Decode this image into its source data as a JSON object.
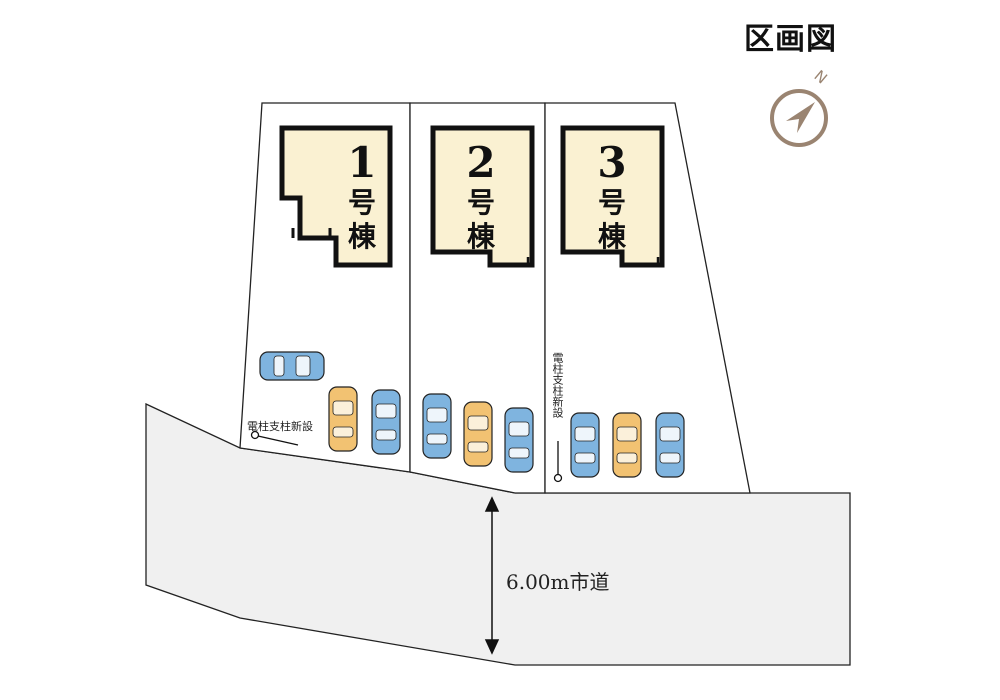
{
  "title": "区画図",
  "buildings": [
    {
      "number": "1",
      "kanji1": "号",
      "kanji2": "棟"
    },
    {
      "number": "2",
      "kanji1": "号",
      "kanji2": "棟"
    },
    {
      "number": "3",
      "kanji1": "号",
      "kanji2": "棟"
    }
  ],
  "road": {
    "label": "6.00m市道"
  },
  "pole_note": "電柱支柱新設",
  "north": {
    "letter": "N"
  },
  "colors": {
    "building_fill": "#faf1d2",
    "road_fill": "#f0f0f0",
    "car_blue": "#7fb4df",
    "car_orange": "#f2c272",
    "compass": "#9a8471"
  },
  "cars": [
    {
      "lot": 1,
      "color": "blue",
      "orientation": "horizontal"
    },
    {
      "lot": 1,
      "color": "orange",
      "orientation": "vertical"
    },
    {
      "lot": 1,
      "color": "blue",
      "orientation": "vertical"
    },
    {
      "lot": 2,
      "color": "blue",
      "orientation": "vertical"
    },
    {
      "lot": 2,
      "color": "orange",
      "orientation": "vertical"
    },
    {
      "lot": 2,
      "color": "blue",
      "orientation": "vertical"
    },
    {
      "lot": 3,
      "color": "blue",
      "orientation": "vertical"
    },
    {
      "lot": 3,
      "color": "orange",
      "orientation": "vertical"
    },
    {
      "lot": 3,
      "color": "blue",
      "orientation": "vertical"
    }
  ]
}
